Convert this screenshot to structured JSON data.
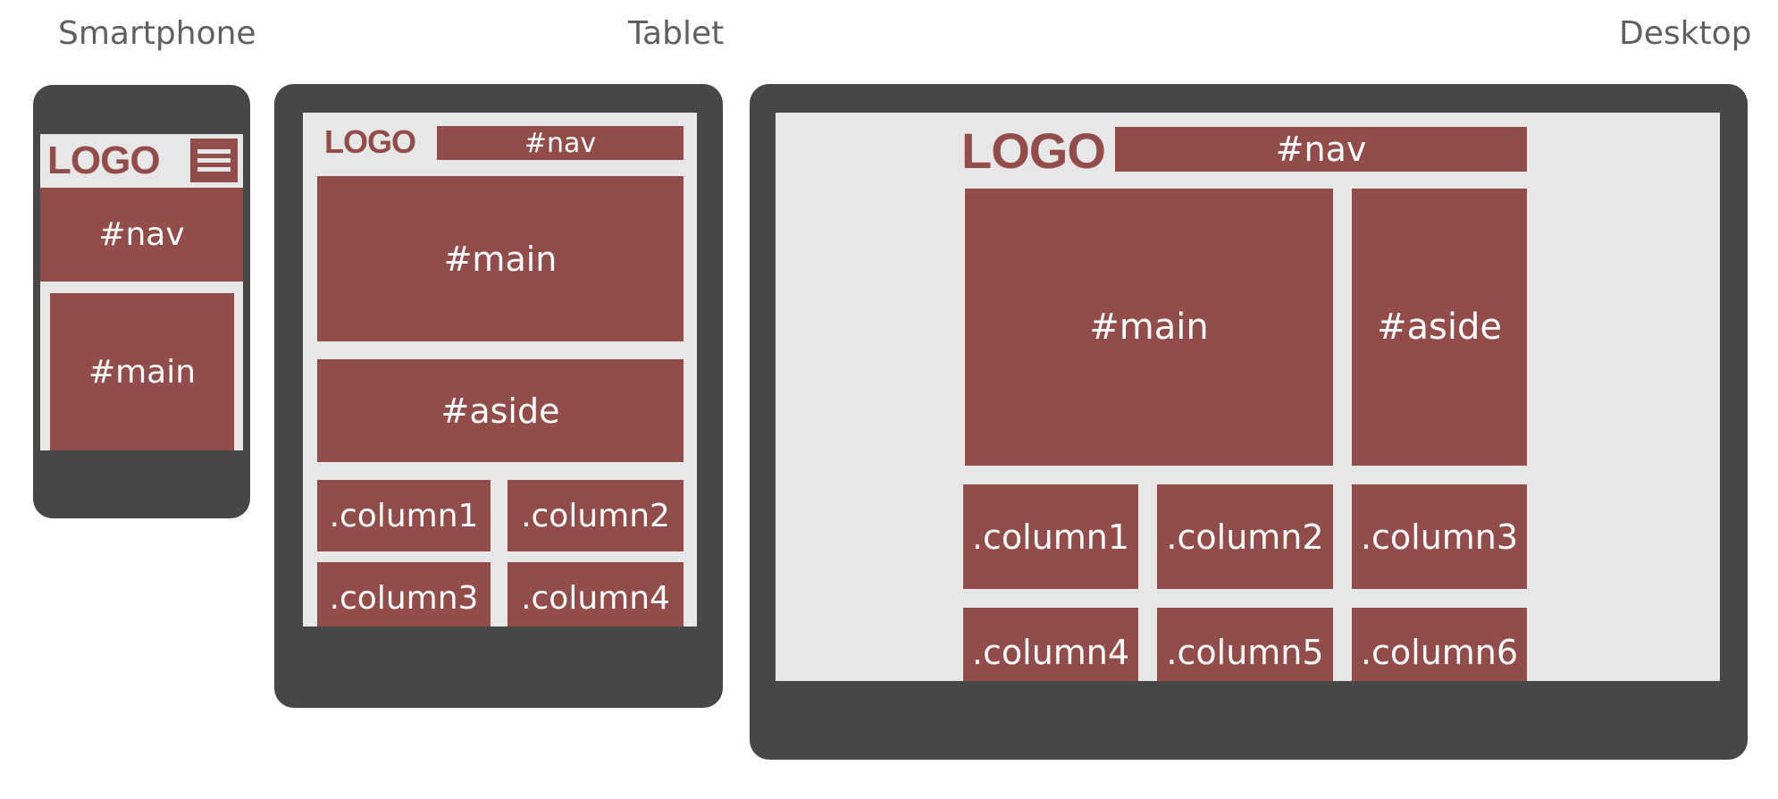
{
  "labels": {
    "smartphone": "Smartphone",
    "tablet": "Tablet",
    "desktop": "Desktop"
  },
  "colors": {
    "frame": "#474747",
    "screen": "#e6e7e6",
    "block": "#924c4a",
    "block_text": "#ffffff",
    "label_text": "#5f5f5f"
  },
  "smartphone": {
    "logo": "LOGO",
    "menu_icon": "hamburger-menu-icon",
    "nav": "#nav",
    "main": "#main"
  },
  "tablet": {
    "logo": "LOGO",
    "nav": "#nav",
    "main": "#main",
    "aside": "#aside",
    "columns": [
      ".column1",
      ".column2",
      ".column3",
      ".column4"
    ]
  },
  "desktop": {
    "logo": "LOGO",
    "nav": "#nav",
    "main": "#main",
    "aside": "#aside",
    "columns": [
      ".column1",
      ".column2",
      ".column3",
      ".column4",
      ".column5",
      ".column6"
    ]
  }
}
